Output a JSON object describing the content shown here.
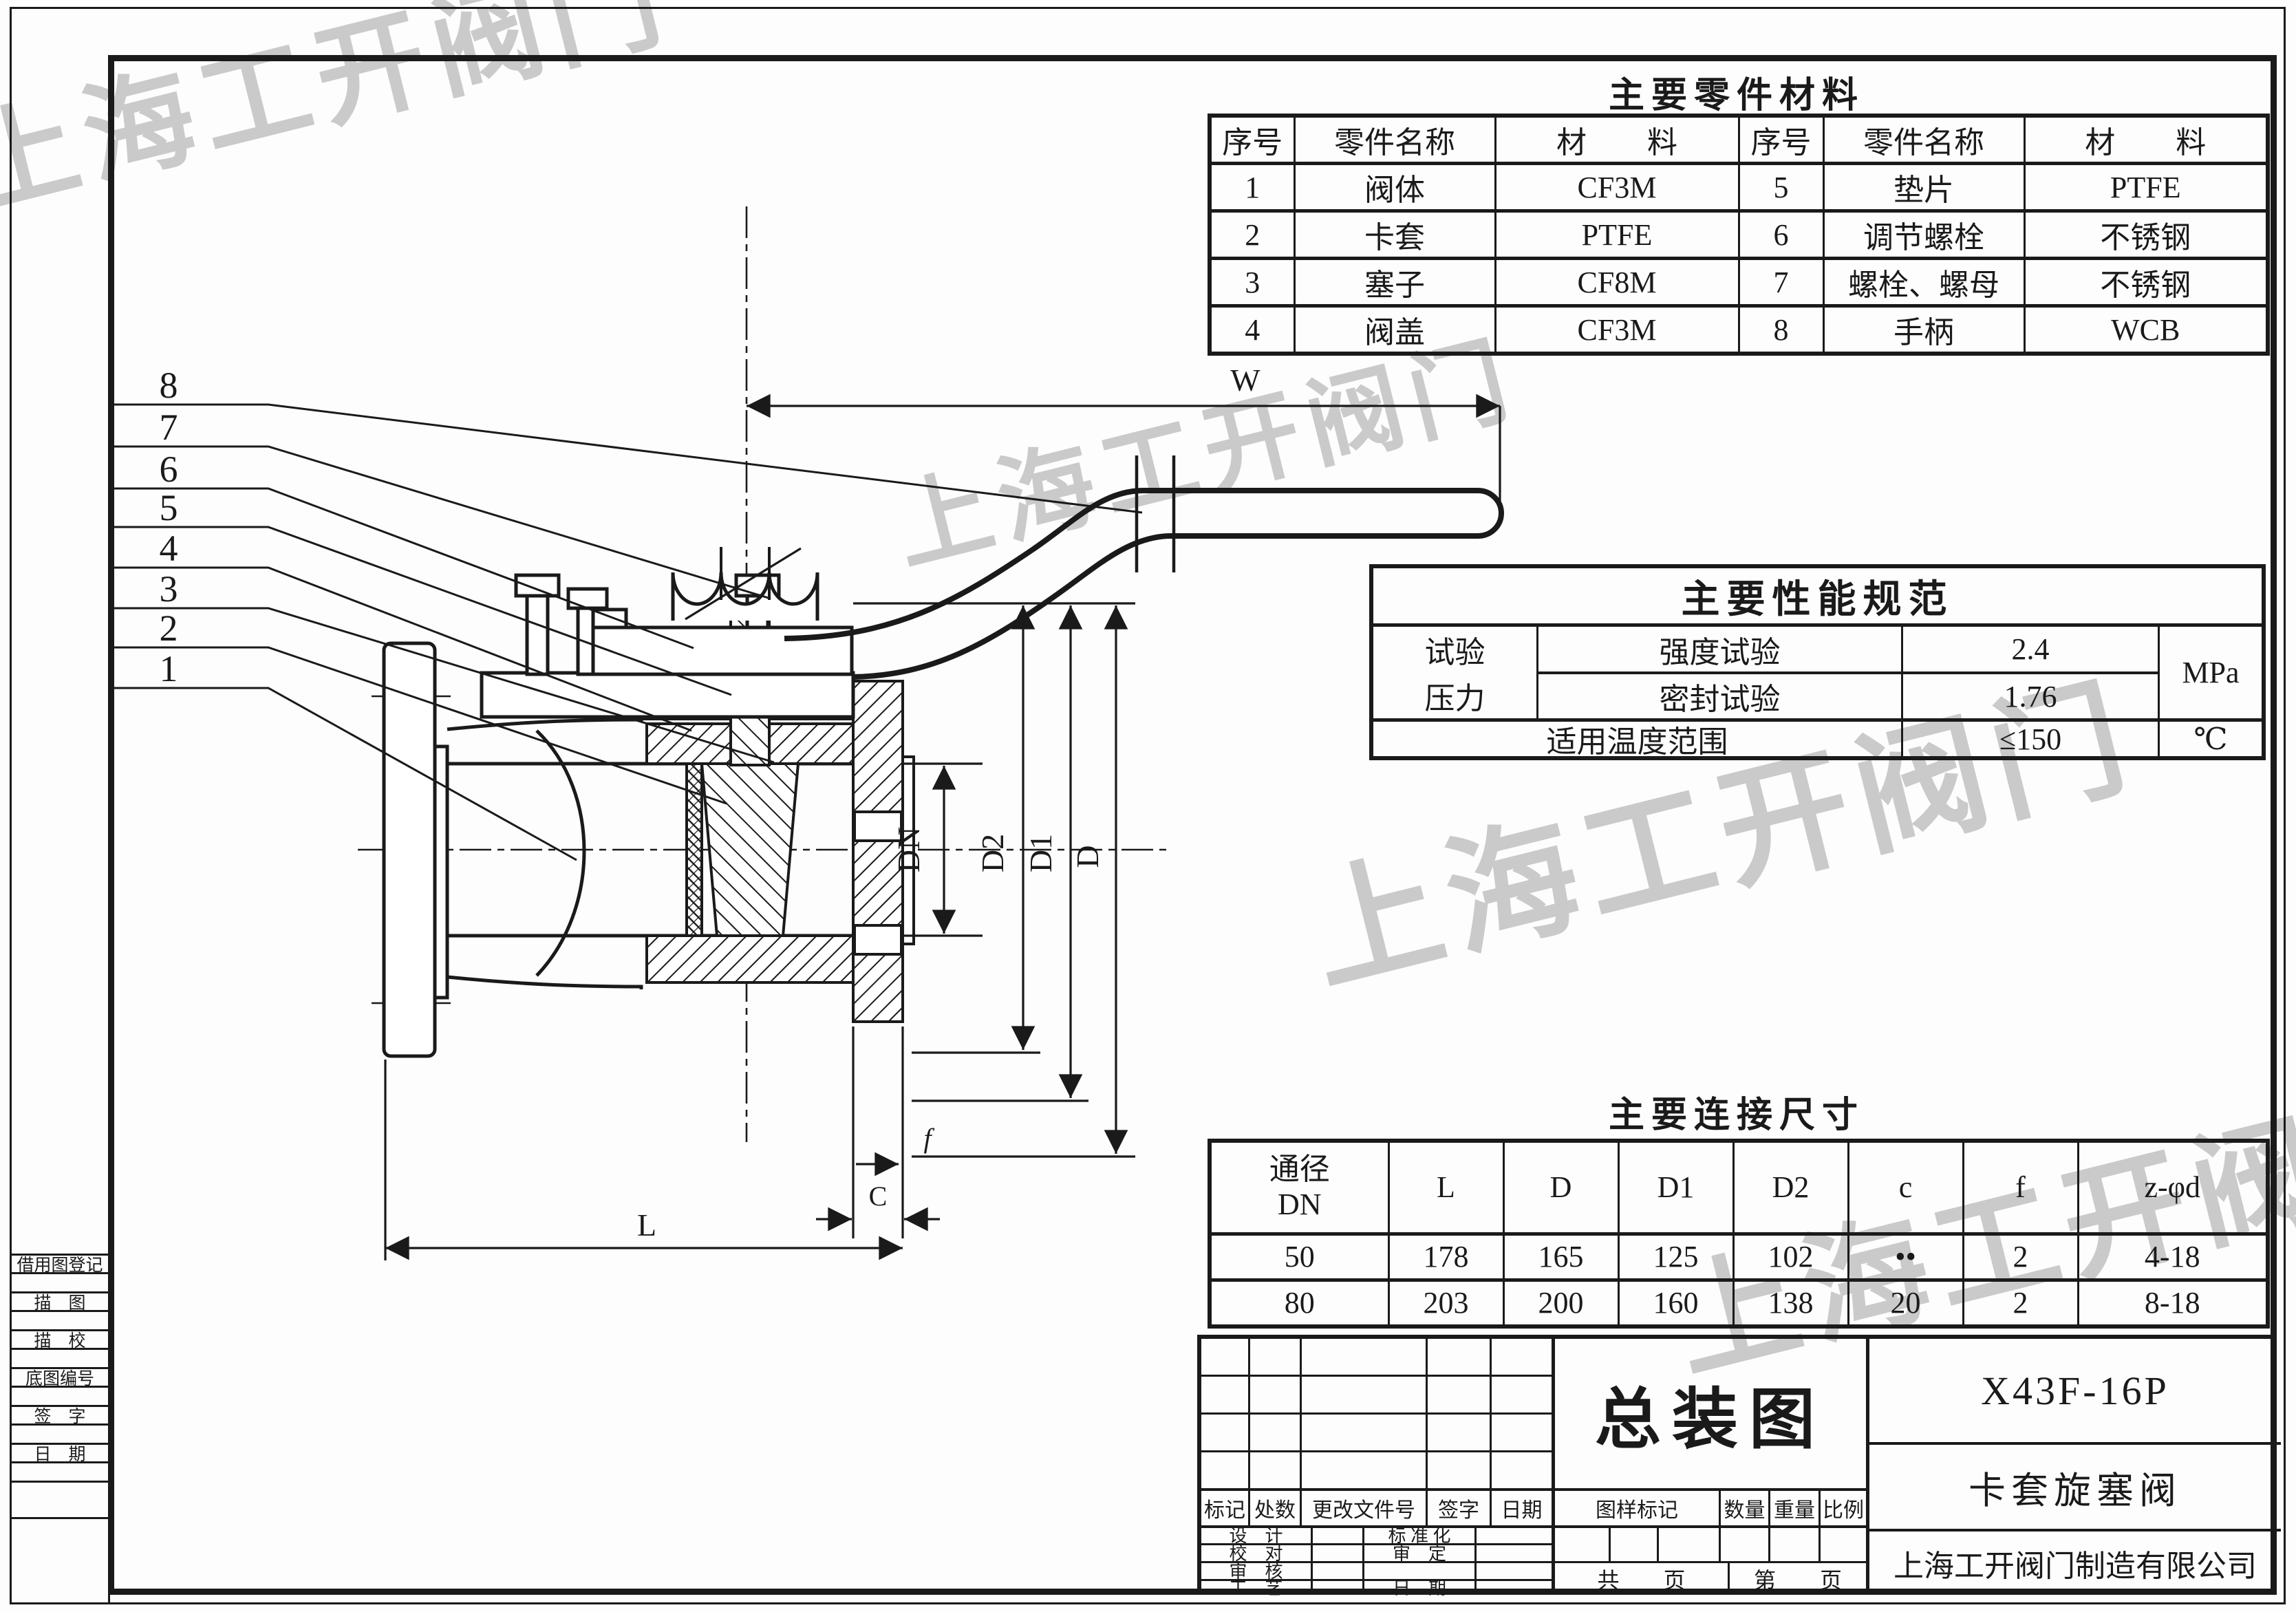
{
  "colors": {
    "ink": "#1a1a1a",
    "watermark": "#cacaca",
    "paper": "#fdfdfd"
  },
  "watermark": {
    "text": "上海工开阀门"
  },
  "materials_table": {
    "title": "主要零件材料",
    "headers": [
      "序号",
      "零件名称",
      "材　　料",
      "序号",
      "零件名称",
      "材　　料"
    ],
    "rows": [
      [
        "1",
        "阀体",
        "CF3M",
        "5",
        "垫片",
        "PTFE"
      ],
      [
        "2",
        "卡套",
        "PTFE",
        "6",
        "调节螺栓",
        "不锈钢"
      ],
      [
        "3",
        "塞子",
        "CF8M",
        "7",
        "螺栓、螺母",
        "不锈钢"
      ],
      [
        "4",
        "阀盖",
        "CF3M",
        "8",
        "手柄",
        "WCB"
      ]
    ]
  },
  "performance_table": {
    "title": "主要性能规范",
    "test_label_line1": "试验",
    "test_label_line2": "压力",
    "rows": [
      {
        "name": "强度试验",
        "value": "2.4"
      },
      {
        "name": "密封试验",
        "value": "1.76"
      }
    ],
    "pressure_unit": "MPa",
    "temp_label": "适用温度范围",
    "temp_value": "≤150",
    "temp_unit": "℃"
  },
  "dimensions_table": {
    "title": "主要连接尺寸",
    "headers": [
      "通径",
      "DN",
      "L",
      "D",
      "D1",
      "D2",
      "c",
      "f",
      "z-φd"
    ],
    "rows": [
      [
        "50",
        "178",
        "165",
        "125",
        "102",
        "••",
        "2",
        "4-18"
      ],
      [
        "80",
        "203",
        "200",
        "160",
        "138",
        "20",
        "2",
        "8-18"
      ]
    ]
  },
  "title_block": {
    "revision_headers": [
      "标记",
      "处数",
      "更改文件号",
      "签字",
      "日期"
    ],
    "left_rows": [
      {
        "c1": "设　计",
        "c2": "标 准 化"
      },
      {
        "c1": "校　对",
        "c2": "审　定"
      },
      {
        "c1": "审　核",
        "c2": ""
      },
      {
        "c1": "工　艺",
        "c2": "日　期"
      }
    ],
    "drawing_title": "总装图",
    "stamp_headers": [
      "图样标记",
      "数量",
      "重量",
      "比例"
    ],
    "pages_total": "共　　页",
    "pages_number": "第　　页",
    "model": "X43F-16P",
    "product_name": "卡套旋塞阀",
    "company": "上海工开阀门制造有限公司"
  },
  "margin_column": {
    "labels": [
      "借用图登记",
      "描　图",
      "描　校",
      "底图编号",
      "签　字",
      "日　期"
    ]
  },
  "drawing": {
    "dim_w": "W",
    "dim_l": "L",
    "dim_c": "C",
    "dim_f": "f",
    "dim_dn": "DN",
    "dim_d2": "D2",
    "dim_d1": "D1",
    "dim_d": "D",
    "part_numbers": [
      "8",
      "7",
      "6",
      "5",
      "4",
      "3",
      "2",
      "1"
    ]
  }
}
